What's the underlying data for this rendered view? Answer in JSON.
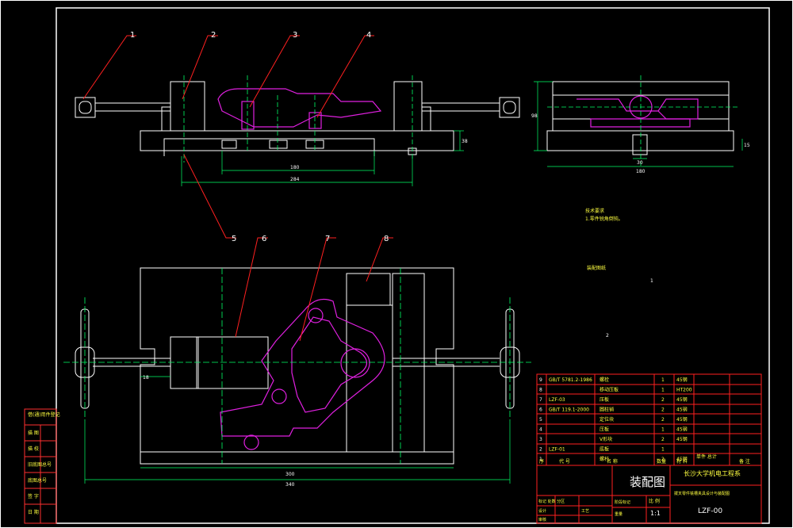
{
  "colors": {
    "background": "#000000",
    "outline": "#ffffff",
    "leader": "#ff2020",
    "part": "#e020e0",
    "dimension": "#00ff66",
    "centerline": "#ffff00",
    "table": "#ff2020",
    "text": "#ffff00"
  },
  "balloons": [
    "1",
    "2",
    "3",
    "4",
    "5",
    "6",
    "7",
    "8"
  ],
  "dimensions": {
    "front_height": "38",
    "front_inner": "180",
    "front_total": "284",
    "side_height": "98",
    "side_small": "15",
    "side_mid": "30",
    "side_width": "180",
    "top_total": "340",
    "top_inner": "300",
    "top_left": "18"
  },
  "notes": {
    "tech_title": "技术要求",
    "tech_line1": "1.零件锐角倒钝。",
    "sheet_note": "装配图纸",
    "mark_1": "1",
    "mark_2": "2"
  },
  "bom": [
    {
      "no": "9",
      "code": "GB/T 5781.2-1986",
      "name": "螺栓",
      "qty": "1",
      "mat": "45钢"
    },
    {
      "no": "8",
      "code": "",
      "name": "移动压板",
      "qty": "1",
      "mat": "HT200"
    },
    {
      "no": "7",
      "code": "LZF-03",
      "name": "压板",
      "qty": "2",
      "mat": "45钢"
    },
    {
      "no": "6",
      "code": "GB/T 119.1-2000",
      "name": "圆柱销",
      "qty": "2",
      "mat": "45钢"
    },
    {
      "no": "5",
      "code": "",
      "name": "定位块",
      "qty": "2",
      "mat": "45钢"
    },
    {
      "no": "4",
      "code": "",
      "name": "压板",
      "qty": "1",
      "mat": "45钢"
    },
    {
      "no": "3",
      "code": "",
      "name": "V形块",
      "qty": "2",
      "mat": "45钢"
    },
    {
      "no": "2",
      "code": "LZF-01",
      "name": "底板",
      "qty": "1",
      "mat": ""
    },
    {
      "no": "1",
      "code": "",
      "name": "螺杆",
      "qty": "2",
      "mat": "45钢"
    }
  ],
  "bom_header": {
    "no": "序",
    "code": "代 号",
    "name": "名 称",
    "qty": "数量",
    "mat": "材 料",
    "weight": "单件 总计",
    "remark": "备 注"
  },
  "title_block": {
    "drawing_name": "装配图",
    "school": "长沙大学机电工程系",
    "project": "拨叉零件铣槽夹具设计与装配图",
    "drawing_no": "LZF-00",
    "scale_label": "比 例",
    "scale": "1:1",
    "r1": "标记 处数 分区",
    "r2": "设计",
    "r3": "审核",
    "r4": "工艺",
    "r5": "阶段标记",
    "r6": "重量"
  },
  "side_labels": [
    "借(通)用件登记",
    "描 图",
    "描 校",
    "旧底图总号",
    "底图总号",
    "签 字",
    "日 期"
  ]
}
